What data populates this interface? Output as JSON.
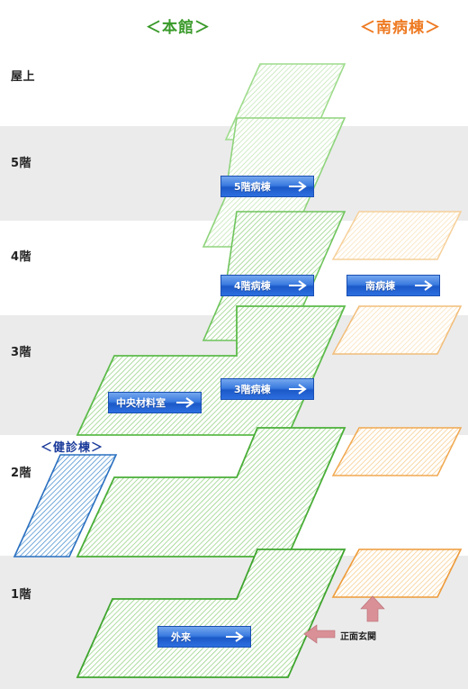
{
  "headings": {
    "main": "＜本館＞",
    "south": "＜南病棟＞",
    "checkup": "＜健診棟＞"
  },
  "floors": {
    "roof": "屋上",
    "f5": "5階",
    "f4": "4階",
    "f3": "3階",
    "f2": "2階",
    "f1": "1階"
  },
  "buttons": {
    "ward5": "5階病棟",
    "ward4": "4階病棟",
    "south_ward": "南病棟",
    "ward3": "3階病棟",
    "central_supply": "中央材料室",
    "outpatient": "外来"
  },
  "entrance_label": "正面玄関",
  "colors": {
    "main_building": "#5cbb4a",
    "south_building": "#f0a040",
    "checkup_building": "#2a70c0",
    "heading_main": "#3a9a2a",
    "heading_south": "#ee7a22",
    "heading_checkup": "#1a3a9a",
    "band_gray": "#ededed",
    "entrance_arrow": "#c97a80"
  }
}
